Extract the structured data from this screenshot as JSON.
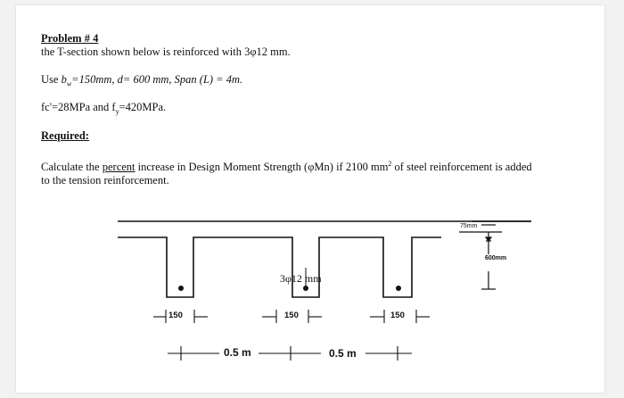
{
  "problem": {
    "heading": "Problem # 4",
    "intro": "the T-section shown below is reinforced with 3φ12 mm.",
    "use_prefix": "Use ",
    "use_bw": "b",
    "use_bw_sub": "w",
    "use_rest": "=150mm, d= 600 mm, Span (L) = 4m.",
    "fc": "fc'=28MPa and f",
    "fy_sub": "y",
    "fy_rest": "=420MPa.",
    "required_label": "Required:",
    "calc_pre": "Calculate the ",
    "calc_percent": "percent",
    "calc_mid": " increase in Design Moment Strength (φMn) if 2100 mm",
    "calc_sup": "2",
    "calc_post": " of steel reinforcement is added",
    "calc_line2": "to the tension reinforcement."
  },
  "diagram": {
    "rebar_label": "3φ12 mm",
    "slab_thickness": "75mm",
    "depth": "600mm",
    "web_width_1": "150",
    "web_width_2": "150",
    "web_width_3": "150",
    "spacing_1": "0.5 m",
    "spacing_2": "0.5 m"
  }
}
